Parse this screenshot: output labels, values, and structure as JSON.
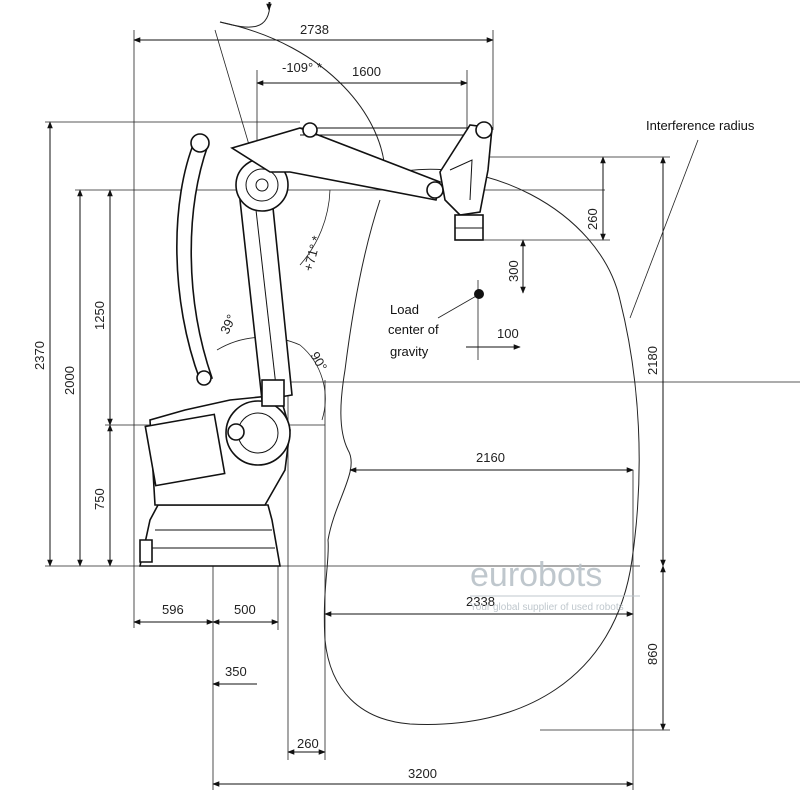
{
  "dimensions": {
    "top_reach": "2738",
    "arm_reach": "1600",
    "angle_back": "-109° *",
    "angle_forward": "+71° *",
    "angle_lower": "39°",
    "angle_lower2": "90°",
    "height_total": "2370",
    "height_axis": "2000",
    "height_mid": "1250",
    "height_base": "750",
    "flange_offset": "260",
    "load_vertical": "300",
    "load_horizontal": "100",
    "reach_mid": "2160",
    "reach_low": "2338",
    "height_upper_right": "2180",
    "height_lower_right": "860",
    "base_rear": "596",
    "base_front": "500",
    "base_axis": "350",
    "bottom_offset": "260",
    "bottom_total": "3200"
  },
  "labels": {
    "interference": "Interference radius",
    "load_line1": "Load",
    "load_line2": "center of",
    "load_line3": "gravity"
  },
  "watermark": {
    "title": "eurobots",
    "subtitle": "Your global supplier of used robots"
  }
}
